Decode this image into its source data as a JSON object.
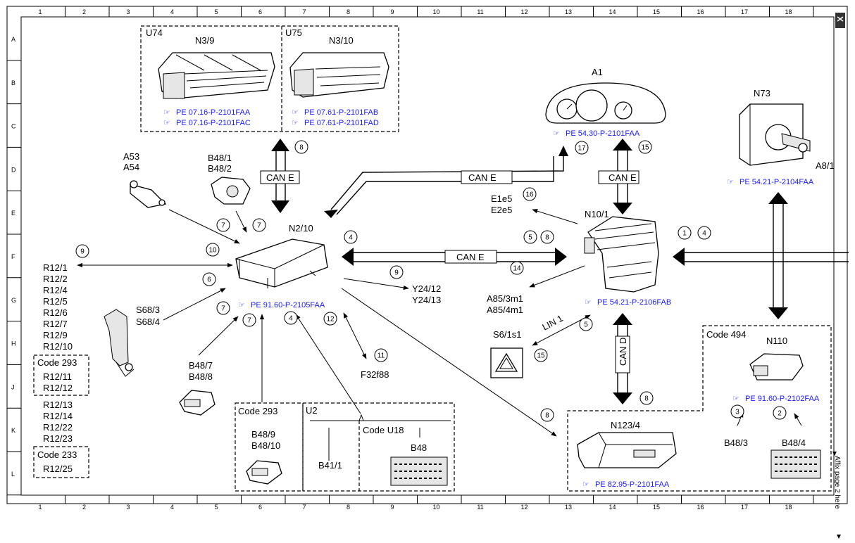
{
  "grid": {
    "columns": [
      "1",
      "2",
      "3",
      "4",
      "5",
      "6",
      "7",
      "8",
      "9",
      "10",
      "11",
      "12",
      "13",
      "14",
      "15",
      "16",
      "17",
      "18"
    ],
    "rows": [
      "A",
      "B",
      "C",
      "D",
      "E",
      "F",
      "G",
      "H",
      "J",
      "K",
      "L"
    ]
  },
  "components": {
    "u74": {
      "group": "U74",
      "name": "N3/9",
      "ref1": "PE 07.16-P-2101FAA",
      "ref2": "PE 07.16-P-2101FAC"
    },
    "u75": {
      "group": "U75",
      "name": "N3/10",
      "ref1": "PE 07.61-P-2101FAB",
      "ref2": "PE 07.61-P-2101FAD"
    },
    "a1": {
      "name": "A1",
      "ref": "PE 54.30-P-2101FAA"
    },
    "n73": {
      "name": "N73",
      "ref": "PE 54.21-P-2104FAA"
    },
    "a81": {
      "name": "A8/1"
    },
    "a53": {
      "line1": "A53",
      "line2": "A54"
    },
    "b481": {
      "line1": "B48/1",
      "line2": "B48/2"
    },
    "n210": {
      "name": "N2/10",
      "ref": "PE 91.60-P-2105FAA"
    },
    "e1e5": {
      "line1": "E1e5",
      "line2": "E2e5"
    },
    "n101": {
      "name": "N10/1",
      "ref": "PE 54.21-P-2106FAB"
    },
    "y2412": {
      "line1": "Y24/12",
      "line2": "Y24/13"
    },
    "a853": {
      "line1": "A85/3m1",
      "line2": "A85/4m1"
    },
    "s68": {
      "line1": "S68/3",
      "line2": "S68/4"
    },
    "b487": {
      "line1": "B48/7",
      "line2": "B48/8"
    },
    "f32": {
      "name": "F32f88"
    },
    "s61": {
      "name": "S6/1s1"
    },
    "r12_list": [
      "R12/1",
      "R12/2",
      "R12/4",
      "R12/5",
      "R12/6",
      "R12/7",
      "R12/9",
      "R12/10"
    ],
    "code293_left": {
      "title": "Code 293",
      "items": [
        "R12/11",
        "R12/12"
      ]
    },
    "r12_list2": [
      "R12/13",
      "R12/14",
      "R12/22",
      "R12/23"
    ],
    "code233": {
      "title": "Code 233",
      "item": "R12/25"
    },
    "code293_mid": {
      "title": "Code 293",
      "line1": "B48/9",
      "line2": "B48/10"
    },
    "u2": {
      "group": "U2",
      "b41": "B41/1",
      "code_u18": "Code U18",
      "b48": "B48"
    },
    "code494": {
      "title": "Code 494",
      "name": "N110",
      "ref": "PE 91.60-P-2102FAA",
      "b483": "B48/3",
      "b484": "B48/4"
    },
    "n1234": {
      "name": "N123/4",
      "ref": "PE 82.95-P-2101FAA"
    }
  },
  "buses": {
    "can_e": "CAN E",
    "can_d": "CAN D",
    "lin1": "LIN 1"
  },
  "circles": [
    "1",
    "2",
    "3",
    "4",
    "5",
    "6",
    "7",
    "8",
    "9",
    "10",
    "11",
    "12",
    "14",
    "15",
    "16",
    "17"
  ],
  "side_note": "Affix page 2 here"
}
